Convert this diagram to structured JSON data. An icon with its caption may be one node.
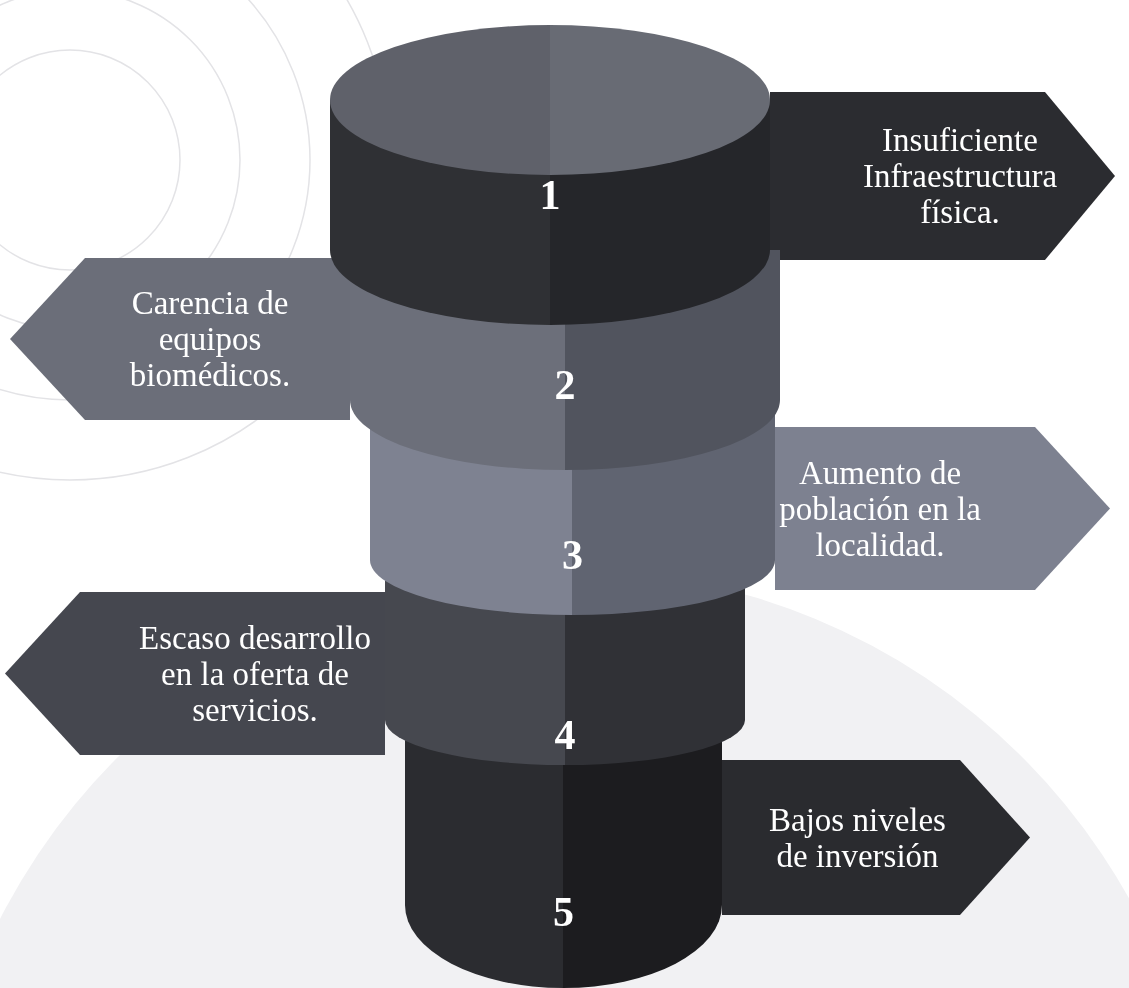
{
  "diagram": {
    "nodes": [
      {
        "text": [
          "1"
        ]
      },
      {
        "text": [
          "2"
        ]
      },
      {
        "text": [
          "3"
        ]
      },
      {
        "text": [
          "4"
        ]
      },
      {
        "text": [
          "5"
        ]
      },
      {
        "text": [
          "Insuficiente Infraestructura física."
        ]
      },
      {
        "text": [
          "Carencia de equipos biomédicos."
        ]
      },
      {
        "text": [
          "Aumento de población en la localidad."
        ]
      },
      {
        "text": [
          "Escaso desarrollo en la oferta de servicios."
        ]
      },
      {
        "text": [
          "Bajos niveles de inversión"
        ]
      }
    ]
  }
}
